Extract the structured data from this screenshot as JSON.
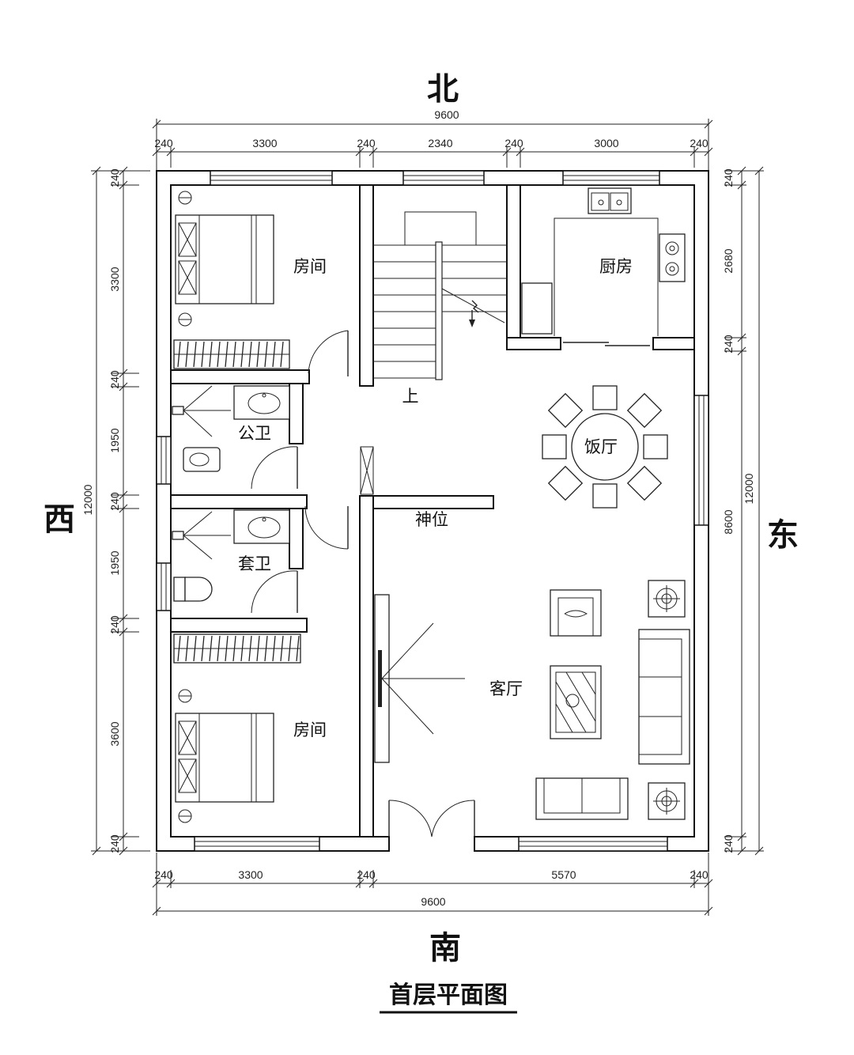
{
  "title": "首层平面图",
  "compass": {
    "north": "北",
    "south": "南",
    "west": "西",
    "east": "东"
  },
  "rooms": {
    "bedroom_top": "房间",
    "bedroom_bottom": "房间",
    "kitchen": "厨房",
    "public_bath": "公卫",
    "suite_bath": "套卫",
    "dining": "饭厅",
    "shrine": "神位",
    "living": "客厅",
    "stair_up": "上"
  },
  "dimensions": {
    "top_total": "9600",
    "top_segments": [
      "240",
      "3300",
      "240",
      "2340",
      "240",
      "3000",
      "240"
    ],
    "bottom_segments": [
      "240",
      "3300",
      "240",
      "5570",
      "240"
    ],
    "bottom_total": "9600",
    "left_segments": [
      "240",
      "3300",
      "240",
      "1950",
      "240",
      "1950",
      "240",
      "3600",
      "240"
    ],
    "left_total": "12000",
    "right_segments": [
      "240",
      "2680",
      "240",
      "8600",
      "240"
    ],
    "right_total": "12000"
  }
}
